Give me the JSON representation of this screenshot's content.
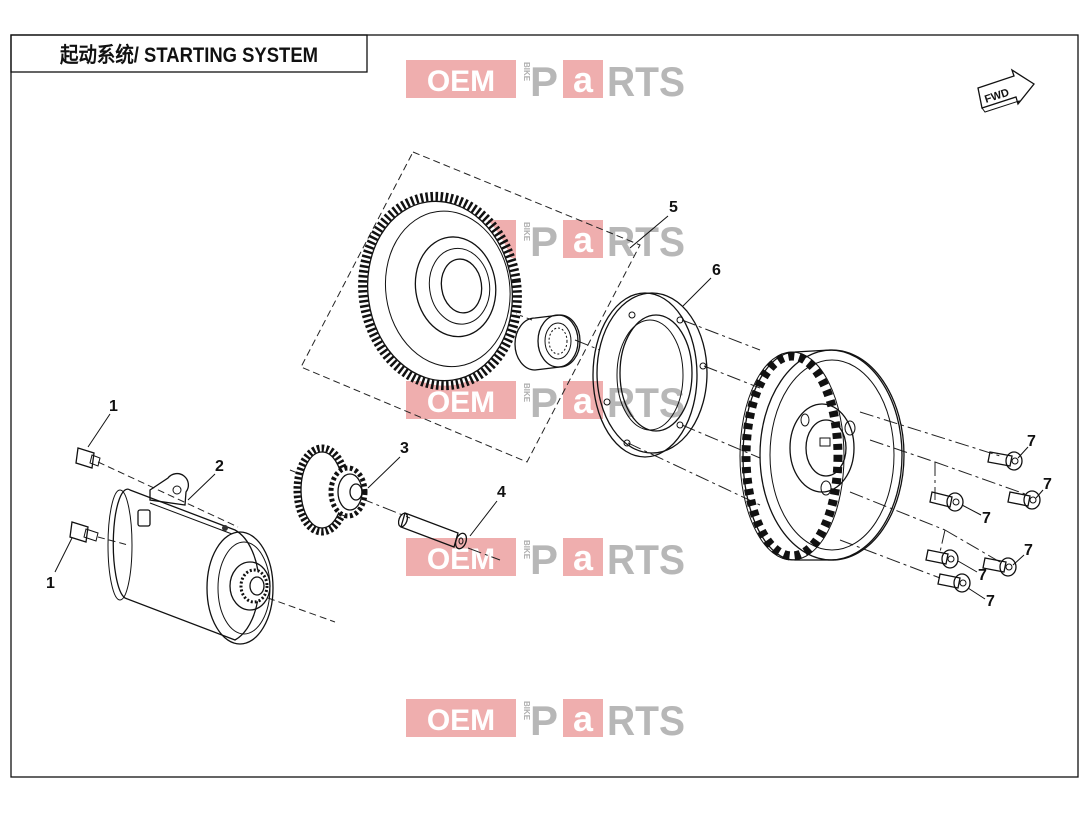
{
  "title": "起动系统/ STARTING SYSTEM",
  "watermark": {
    "oem": "OEM",
    "bike": "BIKE",
    "p": "P",
    "a": "a",
    "rts": "RTS"
  },
  "fwd_label": "FWD",
  "callouts": [
    "5",
    "6",
    "1",
    "2",
    "3",
    "4",
    "1",
    "7",
    "7",
    "7",
    "7",
    "7",
    "7"
  ]
}
